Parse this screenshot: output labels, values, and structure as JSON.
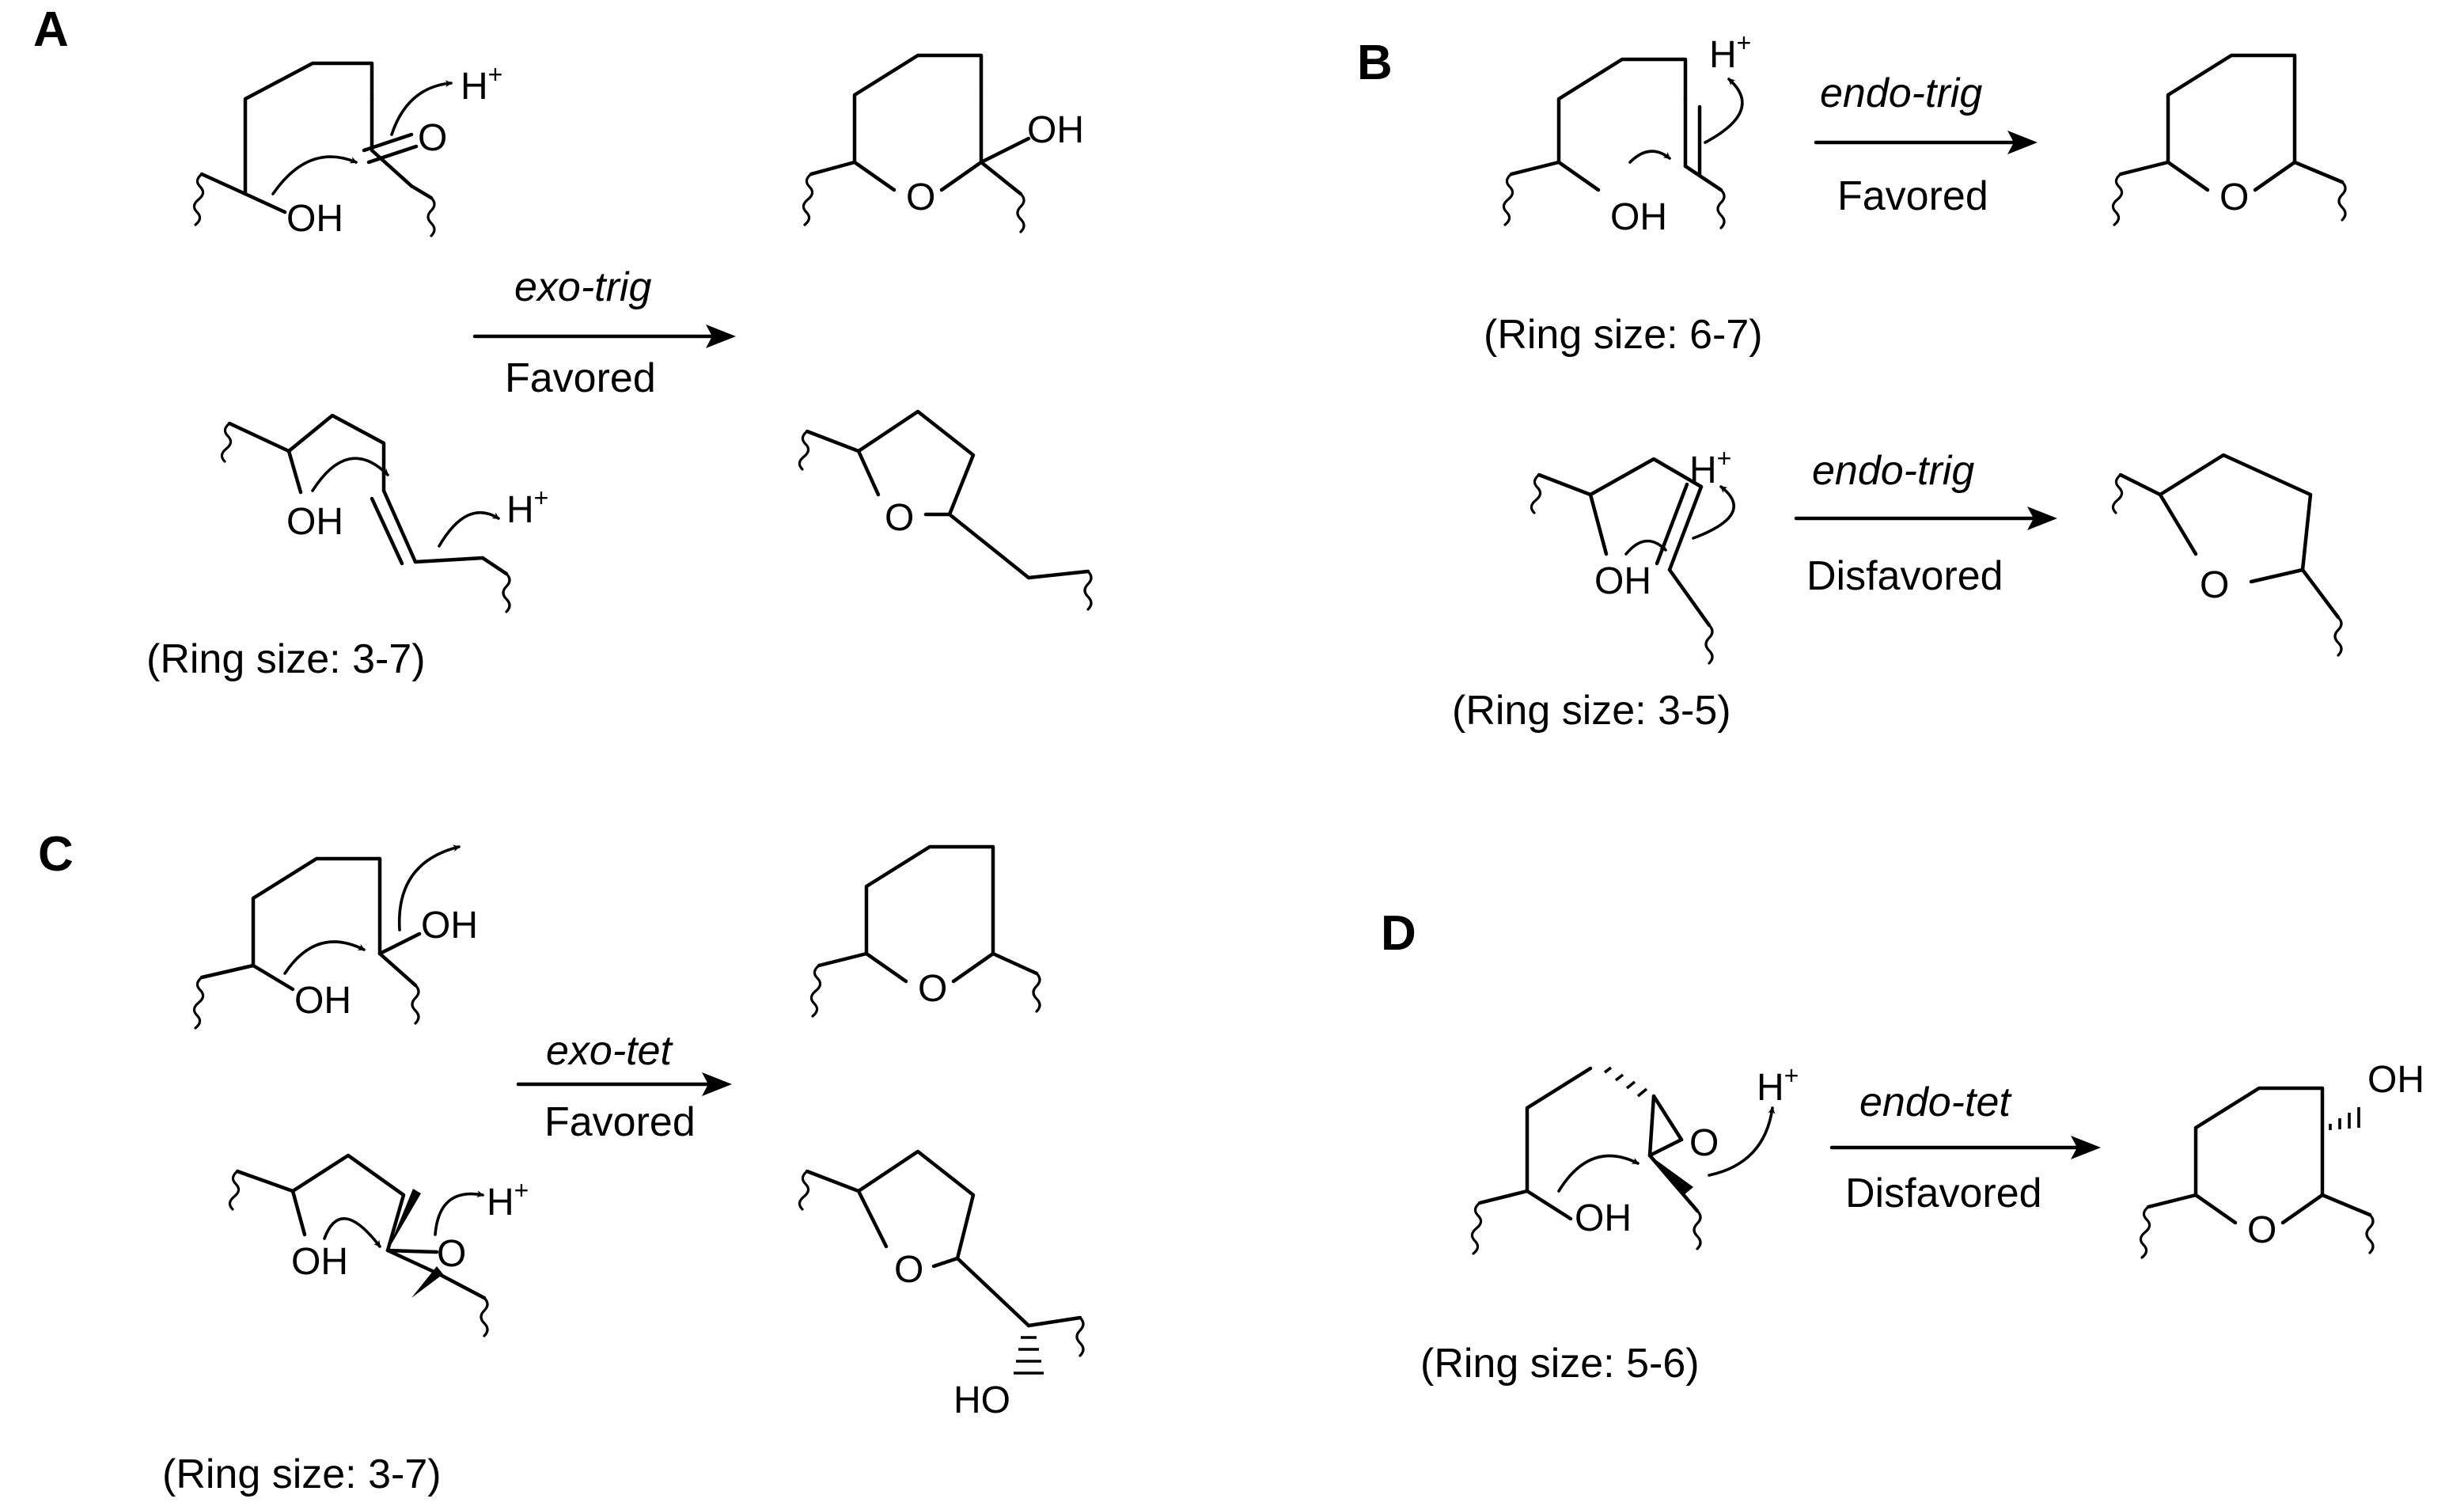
{
  "panels": {
    "A": {
      "label": "A",
      "top": {
        "ketone_o": "O",
        "acid_h": "H",
        "plus": "+",
        "oh": "OH",
        "prod_oh": "OH",
        "prod_o": "O"
      },
      "bottom": {
        "oh": "OH",
        "acid_h": "H",
        "plus": "+",
        "prod_o": "O"
      },
      "arrow": {
        "above": "exo-trig",
        "below": "Favored"
      },
      "ring_size": "(Ring size: 3-7)"
    },
    "B": {
      "label": "B",
      "top": {
        "acid_h": "H",
        "plus": "+",
        "oh": "OH",
        "prod_o": "O"
      },
      "top_arrow": {
        "above": "endo-trig",
        "below": "Favored"
      },
      "top_ring_size": "(Ring size: 6-7)",
      "bottom": {
        "acid_h": "H",
        "plus": "+",
        "oh": "OH",
        "prod_o": "O"
      },
      "bottom_arrow": {
        "above": "endo-trig",
        "below": "Disfavored"
      },
      "bottom_ring_size": "(Ring size: 3-5)"
    },
    "C": {
      "label": "C",
      "top": {
        "leaving_oh": "OH",
        "oh": "OH",
        "prod_o": "O"
      },
      "bottom": {
        "oh": "OH",
        "epoxide_o": "O",
        "acid_h": "H",
        "plus": "+",
        "prod_o": "O",
        "prod_ho": "HO"
      },
      "arrow": {
        "above": "exo-tet",
        "below": "Favored"
      },
      "ring_size": "(Ring size: 3-7)"
    },
    "D": {
      "label": "D",
      "start": {
        "epoxide_o": "O",
        "acid_h": "H",
        "plus": "+",
        "oh": "OH"
      },
      "product": {
        "oh": "OH",
        "o": "O"
      },
      "arrow": {
        "above": "endo-tet",
        "below": "Disfavored"
      },
      "ring_size": "(Ring size: 5-6)"
    }
  }
}
